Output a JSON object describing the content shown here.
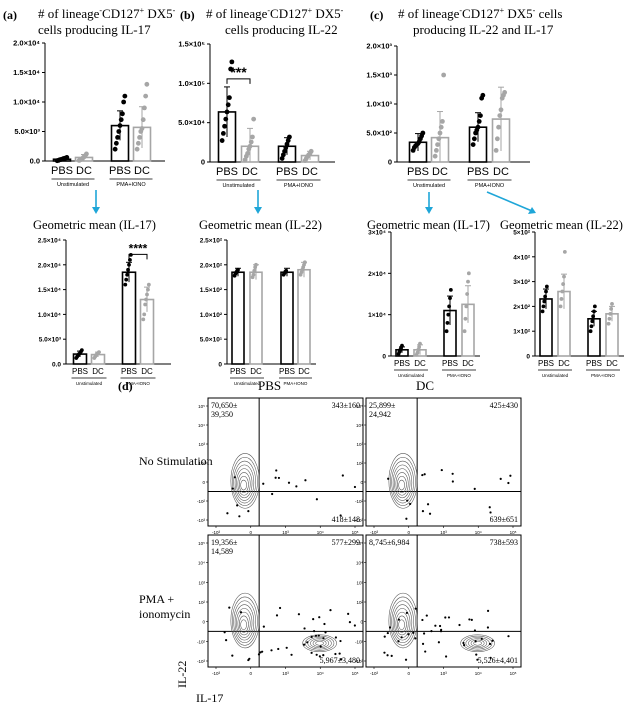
{
  "panels": {
    "a": {
      "letter": "(a)",
      "title": [
        "# of lineage",
        "-",
        "CD127",
        "+",
        " DX5",
        "-",
        "cells producing IL-17"
      ]
    },
    "b": {
      "letter": "(b)",
      "title": [
        "# of lineage",
        "-",
        "CD127",
        "+",
        " DX5",
        "-",
        "cells producing IL-22"
      ]
    },
    "c": {
      "letter": "(c)",
      "title": [
        "# of lineage",
        "-",
        "CD127",
        "+",
        " DX5",
        "-",
        " cells",
        "producing IL-22 and IL-17"
      ]
    },
    "d": {
      "letter": "(d)"
    }
  },
  "geo_titles": {
    "a": "Geometric mean (IL-17)",
    "b": "Geometric mean (IL-22)",
    "c1": "Geometric mean (IL-17)",
    "c2": "Geometric mean (IL-22)"
  },
  "group_labels": {
    "bar1": "PBS",
    "bar2": "DC",
    "g1": "Unstimulated",
    "g2": "PMA+IONO"
  },
  "colors": {
    "pbs": "#000000",
    "dc": "#a6a6a6",
    "arrow": "#1fa6d8"
  },
  "chart_data": [
    {
      "id": "a_top",
      "type": "bar",
      "categories": [
        "PBS",
        "DC",
        "PBS",
        "DC"
      ],
      "groups": [
        "Unstimulated",
        "PMA+IONO"
      ],
      "values": [
        300,
        600,
        6000,
        5700
      ],
      "err": [
        200,
        500,
        2500,
        3500
      ],
      "yticks": [
        "0.0",
        "5.0×10³",
        "1.0×10⁴",
        "1.5×10⁴",
        "2.0×10⁴"
      ],
      "ylim": [
        0,
        20000
      ],
      "points": [
        [
          50,
          100,
          200,
          250,
          300,
          400,
          450,
          500,
          600
        ],
        [
          100,
          200,
          300,
          500,
          700,
          900,
          1200
        ],
        [
          2000,
          3000,
          4000,
          5000,
          6000,
          7000,
          8000,
          10000,
          11000
        ],
        [
          2000,
          3000,
          4000,
          5000,
          5500,
          7000,
          9000,
          11000,
          13000
        ]
      ]
    },
    {
      "id": "b_top",
      "type": "bar",
      "categories": [
        "PBS",
        "DC",
        "PBS",
        "DC"
      ],
      "groups": [
        "Unstimulated",
        "PMA+IONO"
      ],
      "values": [
        70000,
        22000,
        22000,
        9000
      ],
      "err": [
        35000,
        25000,
        12000,
        6000
      ],
      "yticks": [
        "0",
        "5.0×10⁴",
        "1.0×10⁵",
        "1.5×10⁵"
      ],
      "ylim": [
        0,
        165000
      ],
      "significance": {
        "text": "***",
        "between": [
          0,
          1
        ]
      },
      "points": [
        [
          30000,
          40000,
          50000,
          60000,
          70000,
          80000,
          90000,
          130000,
          140000
        ],
        [
          3000,
          8000,
          12000,
          18000,
          22000,
          28000,
          35000,
          60000
        ],
        [
          5000,
          10000,
          15000,
          20000,
          25000,
          30000,
          35000
        ],
        [
          2000,
          5000,
          8000,
          10000,
          12000,
          15000
        ]
      ]
    },
    {
      "id": "c_top",
      "type": "bar",
      "categories": [
        "PBS",
        "DC",
        "PBS",
        "DC"
      ],
      "groups": [
        "Unstimulated",
        "PMA+IONO"
      ],
      "values": [
        340,
        420,
        600,
        740
      ],
      "err": [
        150,
        450,
        250,
        550
      ],
      "yticks": [
        "0",
        "5.0×10²",
        "1.0×10³",
        "1.5×10³",
        "2.0×10³"
      ],
      "ylim": [
        0,
        2000
      ],
      "points": [
        [
          200,
          250,
          280,
          300,
          320,
          350,
          400,
          450,
          500
        ],
        [
          100,
          200,
          300,
          400,
          500,
          600,
          700,
          1500
        ],
        [
          300,
          400,
          500,
          550,
          600,
          700,
          800,
          1100,
          1150
        ],
        [
          200,
          400,
          600,
          800,
          900,
          1100,
          1150,
          1200
        ]
      ]
    },
    {
      "id": "a_geo",
      "type": "bar",
      "categories": [
        "PBS",
        "DC",
        "PBS",
        "DC"
      ],
      "groups": [
        "Unstimulated",
        "PMA+IONO"
      ],
      "values": [
        2000,
        1900,
        18500,
        13000
      ],
      "err": [
        600,
        500,
        2000,
        2500
      ],
      "yticks": [
        "0.0",
        "5.0×10³",
        "1.0×10⁴",
        "1.5×10⁴",
        "2.0×10⁴",
        "2.5×10⁴"
      ],
      "ylim": [
        0,
        25000
      ],
      "significance": {
        "text": "****",
        "between": [
          2,
          3
        ]
      },
      "points": [
        [
          1200,
          1500,
          1800,
          2000,
          2200,
          2500,
          2800
        ],
        [
          1200,
          1500,
          1800,
          2000,
          2200,
          2400
        ],
        [
          16000,
          17000,
          18000,
          19000,
          20000,
          21000,
          22000
        ],
        [
          9000,
          10000,
          12000,
          13000,
          14000,
          15000,
          16000
        ]
      ]
    },
    {
      "id": "b_geo",
      "type": "bar",
      "categories": [
        "PBS",
        "DC",
        "PBS",
        "DC"
      ],
      "groups": [
        "Unstimulated",
        "PMA+IONO"
      ],
      "values": [
        185,
        185,
        185,
        190
      ],
      "err": [
        8,
        15,
        8,
        15
      ],
      "yticks": [
        "0",
        "5.0×10¹",
        "1.0×10²",
        "1.5×10²",
        "2.0×10²",
        "2.5×10²"
      ],
      "ylim": [
        0,
        250
      ],
      "points": [
        [
          178,
          182,
          185,
          188,
          190
        ],
        [
          175,
          180,
          188,
          195,
          200
        ],
        [
          180,
          183,
          186,
          188
        ],
        [
          180,
          185,
          190,
          195,
          200,
          205
        ]
      ]
    },
    {
      "id": "c1_geo",
      "type": "bar",
      "categories": [
        "PBS",
        "DC",
        "PBS",
        "DC"
      ],
      "groups": [
        "Unstimulated",
        "PMA+IONO"
      ],
      "values": [
        1500,
        1500,
        11000,
        12500
      ],
      "err": [
        700,
        1200,
        3500,
        4500
      ],
      "yticks": [
        "0",
        "1×10⁴",
        "2×10⁴",
        "3×10⁴"
      ],
      "ylim": [
        0,
        30000
      ],
      "points": [
        [
          500,
          1000,
          1500,
          2000,
          2500
        ],
        [
          300,
          800,
          1500,
          2200,
          3000
        ],
        [
          6000,
          8000,
          10000,
          12000,
          14000,
          16000
        ],
        [
          6000,
          9000,
          12000,
          15000,
          18000,
          20000
        ]
      ]
    },
    {
      "id": "c2_geo",
      "type": "bar",
      "categories": [
        "PBS",
        "DC",
        "PBS",
        "DC"
      ],
      "groups": [
        "Unstimulated",
        "PMA+IONO"
      ],
      "values": [
        230,
        260,
        150,
        170
      ],
      "err": [
        40,
        70,
        30,
        30
      ],
      "yticks": [
        "0",
        "1×10²",
        "2×10²",
        "3×10²",
        "4×10²",
        "5×10²"
      ],
      "ylim": [
        0,
        500
      ],
      "points": [
        [
          180,
          200,
          220,
          240,
          260,
          280
        ],
        [
          200,
          230,
          260,
          290,
          320,
          420
        ],
        [
          100,
          120,
          140,
          160,
          180,
          200
        ],
        [
          130,
          150,
          170,
          190,
          210
        ]
      ]
    }
  ],
  "flow": {
    "col_titles": [
      "PBS",
      "DC"
    ],
    "row_titles": [
      "No Stimulation",
      "PMA +",
      "ionomycin"
    ],
    "xlabel": "IL-17",
    "ylabel": "IL-22",
    "quadrants": [
      {
        "ul": [
          "70,650±",
          "39,350"
        ],
        "ur": "343±160",
        "lr": "418±148"
      },
      {
        "ul": [
          "25,899±",
          "24,942"
        ],
        "ur": "425±430",
        "lr": "639±651"
      },
      {
        "ul": [
          "19,356±",
          "14,589"
        ],
        "ur": "577±299",
        "lr": "5,967±3,480"
      },
      {
        "ul": [
          "8,745±6,984"
        ],
        "ur": "738±593",
        "lr": "5,526±4,401"
      }
    ],
    "yticks": [
      "10⁵",
      "10⁴",
      "10³",
      "10²",
      "0",
      "-10²",
      "-10³"
    ],
    "xticks": [
      "-10³",
      "0",
      "10³",
      "10⁴",
      "10⁵"
    ]
  }
}
